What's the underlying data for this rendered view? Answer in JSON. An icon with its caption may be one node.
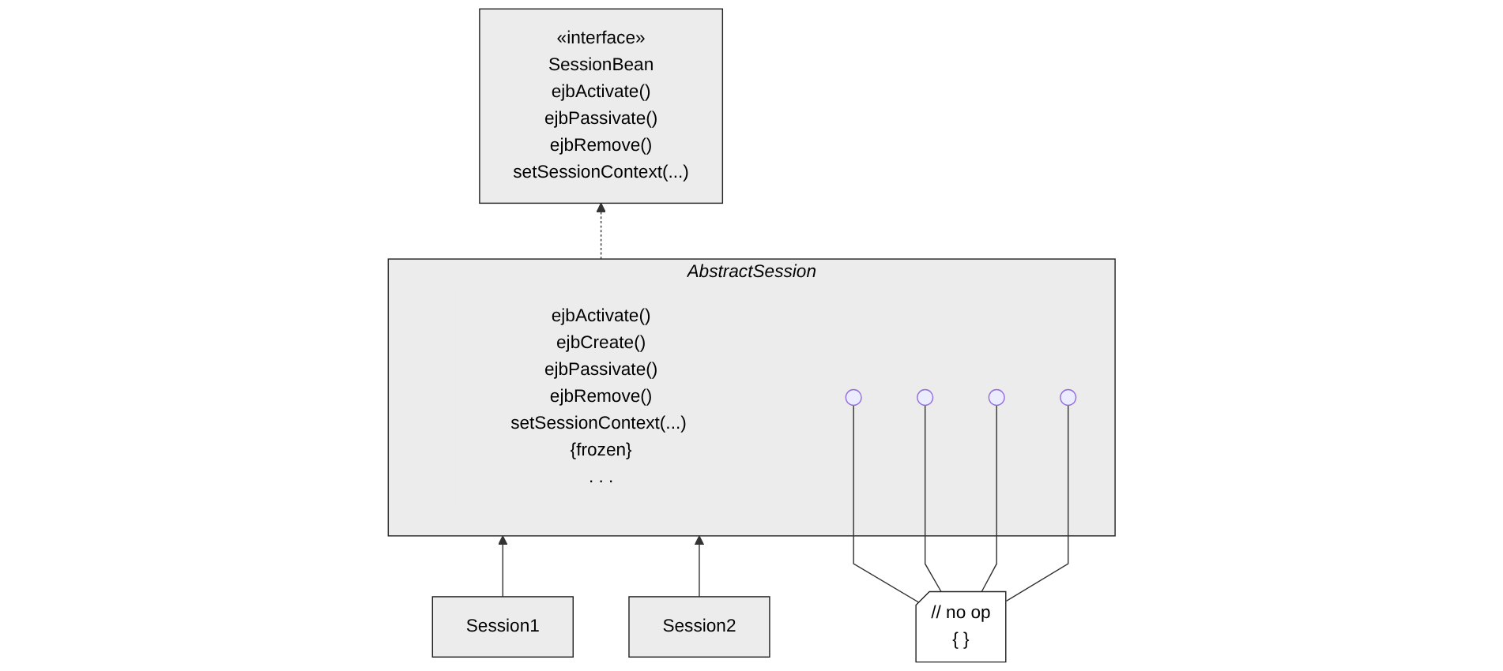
{
  "diagram": {
    "nodes": [
      {
        "text": [
          "«interface»",
          "SessionBean",
          "ejbActivate()",
          "ejbPassivate()",
          "ejbRemove()",
          "setSessionContext(...)"
        ]
      },
      {
        "text": [
          "AbstractSession"
        ]
      },
      {
        "text": [
          "ejbActivate()",
          "ejbCreate()",
          "ejbPassivate()",
          "ejbRemove()",
          "setSessionContext(...) {frozen}",
          ". . ."
        ],
        "in": 1
      },
      {
        "text": [],
        "shape": "circle",
        "in": 1
      },
      {
        "text": [],
        "shape": "circle",
        "in": 1
      },
      {
        "text": [],
        "shape": "circle",
        "in": 1
      },
      {
        "text": [],
        "shape": "circle",
        "in": 1
      },
      {
        "text": [
          "// no op",
          "{ }"
        ]
      },
      {
        "text": [
          "Session1"
        ]
      },
      {
        "text": [
          "Session2"
        ]
      }
    ],
    "edges": [
      {
        "from": 1,
        "to": 0,
        "arrow": "to",
        "style": "dashed"
      },
      {
        "from": 7,
        "to": 3,
        "arrow": "none"
      },
      {
        "from": 7,
        "to": 4,
        "arrow": "none"
      },
      {
        "from": 7,
        "to": 5,
        "arrow": "none"
      },
      {
        "from": 7,
        "to": 6,
        "arrow": "none"
      },
      {
        "from": 8,
        "to": 1,
        "arrow": "to"
      },
      {
        "from": 9,
        "to": 1,
        "arrow": "to"
      }
    ]
  }
}
